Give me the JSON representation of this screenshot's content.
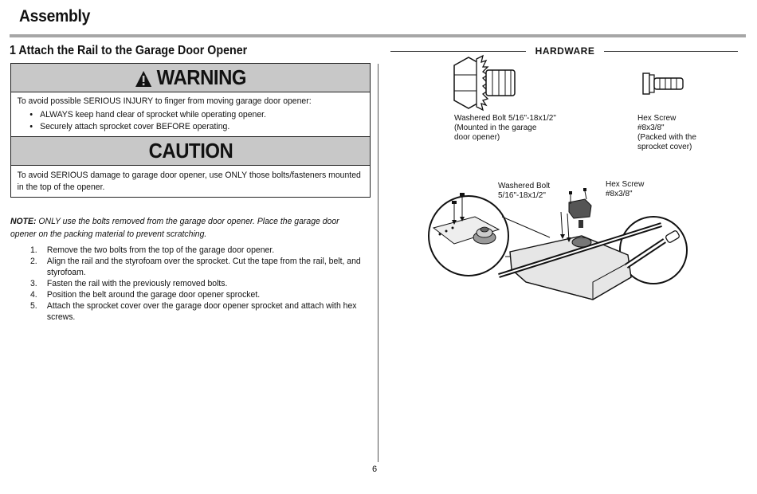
{
  "header": {
    "title": "Assembly"
  },
  "section": {
    "title": "1 Attach the Rail to the Garage Door Opener"
  },
  "warning": {
    "banner": "WARNING",
    "intro": "To avoid possible SERIOUS INJURY to finger from moving garage door opener:",
    "bullets": [
      "ALWAYS keep hand clear of sprocket while operating opener.",
      "Securely attach sprocket cover BEFORE operating."
    ]
  },
  "caution": {
    "banner": "CAUTION",
    "text": "To avoid SERIOUS damage to garage door opener, use ONLY those bolts/fasteners mounted in the top of the opener."
  },
  "note": {
    "label": "NOTE:",
    "text": "ONLY use the bolts removed from the garage door opener. Place the garage door opener on the packing material to prevent scratching."
  },
  "steps": [
    {
      "num": "1.",
      "text": "Remove the two bolts from the top of the garage door opener."
    },
    {
      "num": "2.",
      "text": "Align the rail and the styrofoam over the sprocket. Cut the tape from the rail, belt, and styrofoam."
    },
    {
      "num": "3.",
      "text": "Fasten the rail with the previously removed bolts."
    },
    {
      "num": "4.",
      "text": "Position the belt around the garage door opener sprocket."
    },
    {
      "num": "5.",
      "text": "Attach the sprocket cover over the garage door opener sprocket and attach with hex screws."
    }
  ],
  "hardware": {
    "title": "HARDWARE",
    "washered_bolt": {
      "line1": "Washered Bolt 5/16\"-18x1/2\"",
      "line2": "(Mounted in the garage",
      "line3": "door opener)"
    },
    "hex_screw": {
      "line1": "Hex Screw",
      "line2": "#8x3/8\"",
      "line3": "(Packed with the",
      "line4": "sprocket cover)"
    }
  },
  "diagram": {
    "bolt_label_line1": "Washered Bolt",
    "bolt_label_line2": "5/16\"-18x1/2\"",
    "screw_label_line1": "Hex Screw",
    "screw_label_line2": "#8x3/8\""
  },
  "page": {
    "number": "6"
  }
}
